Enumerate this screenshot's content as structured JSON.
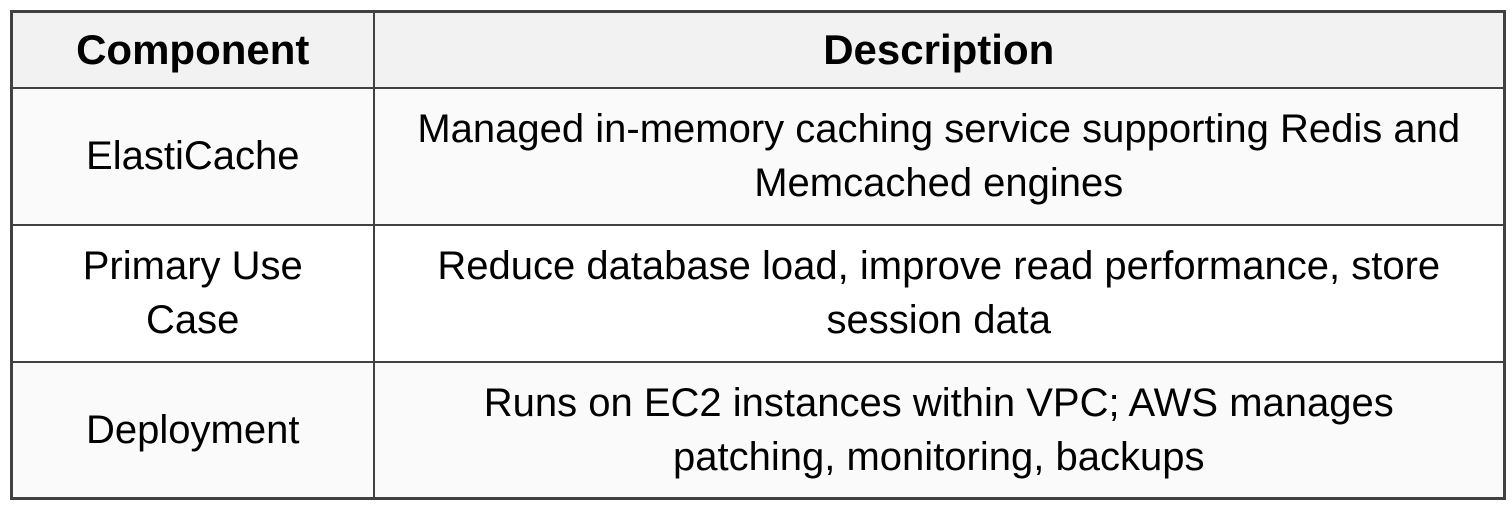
{
  "table": {
    "columns": {
      "component_header": "Component",
      "description_header": "Description"
    },
    "rows": [
      {
        "component": "ElastiCache",
        "description": "Managed in-memory caching service supporting Redis and Memcached engines"
      },
      {
        "component": "Primary Use Case",
        "description": "Reduce database load, improve read performance, store session data"
      },
      {
        "component": "Deployment",
        "description": "Runs on EC2 instances within VPC; AWS manages patching, monitoring, backups"
      }
    ],
    "colors": {
      "header_bg": "#f2f2f2",
      "row_odd_bg": "#fafafa",
      "row_even_bg": "#ffffff",
      "border": "#414141",
      "text": "#000000",
      "page_bg": "#ffffff"
    }
  }
}
